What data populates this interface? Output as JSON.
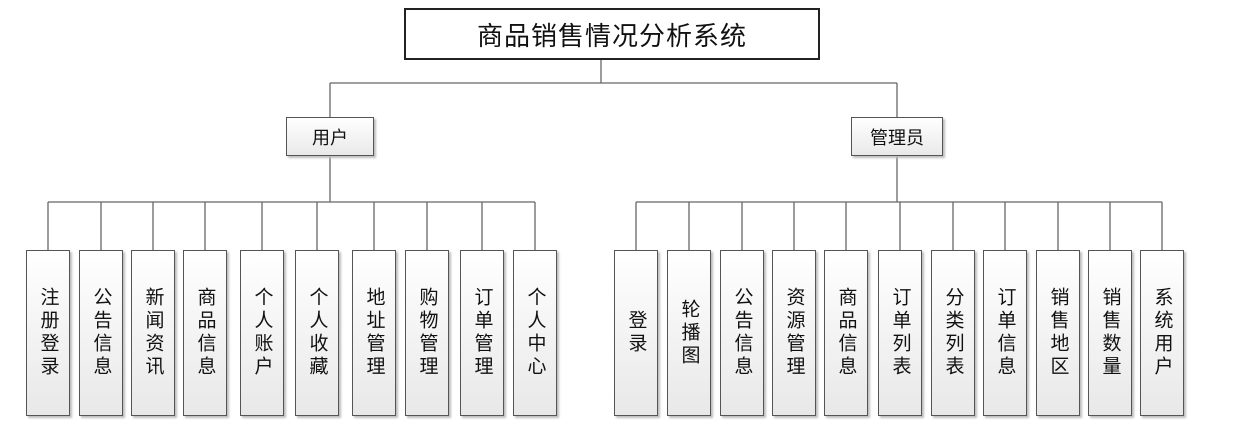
{
  "root": {
    "label": "商品销售情况分析系统"
  },
  "groups": [
    {
      "label": "用户",
      "items": [
        "注册登录",
        "公告信息",
        "新闻资讯",
        "商品信息",
        "个人账户",
        "个人收藏",
        "地址管理",
        "购物管理",
        "订单管理",
        "个人中心"
      ]
    },
    {
      "label": "管理员",
      "items": [
        "登录",
        "轮播图",
        "公告信息",
        "资源管理",
        "商品信息",
        "订单列表",
        "分类列表",
        "订单信息",
        "销售地区",
        "销售数量",
        "系统用户"
      ]
    }
  ],
  "colors": {
    "line": "#666666",
    "border": "#555555"
  }
}
